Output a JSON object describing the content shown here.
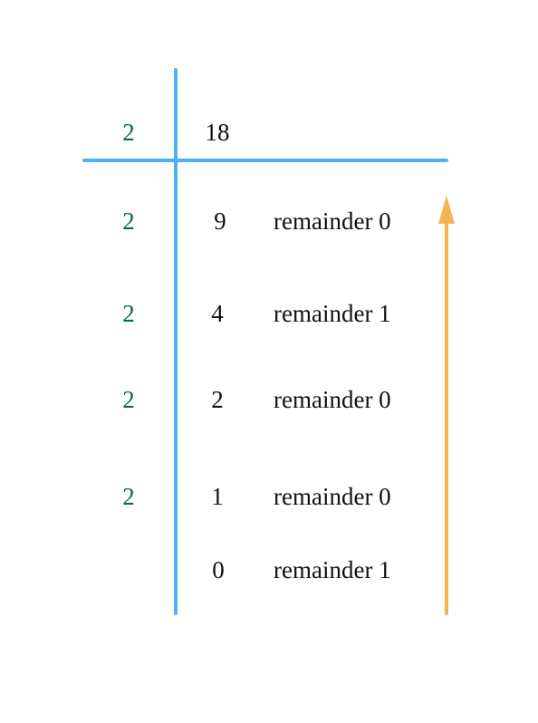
{
  "colors": {
    "divider_lines": "#4db1f5",
    "arrow": "#f6b44f",
    "divisor_text": "#0f6b3d",
    "body_text": "#111111"
  },
  "division": {
    "dividend": "18",
    "rows": [
      {
        "divisor": "2",
        "quotient": "9",
        "remainder": "remainder 0"
      },
      {
        "divisor": "2",
        "quotient": "4",
        "remainder": "remainder 1"
      },
      {
        "divisor": "2",
        "quotient": "2",
        "remainder": "remainder 0"
      },
      {
        "divisor": "2",
        "quotient": "1",
        "remainder": "remainder 0"
      },
      {
        "divisor": "",
        "quotient": "0",
        "remainder": "remainder 1"
      }
    ],
    "top_divisor": "2"
  }
}
